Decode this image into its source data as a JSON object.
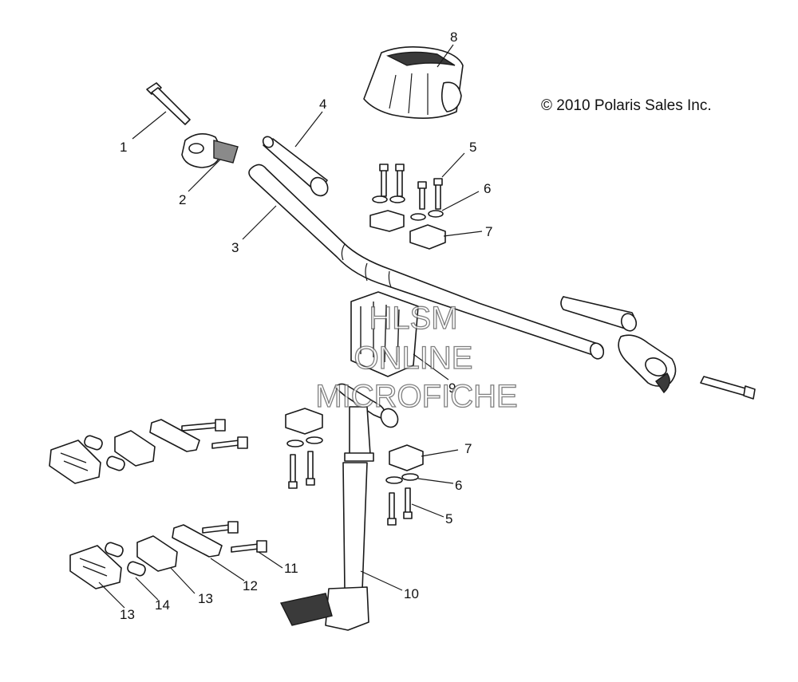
{
  "copyright": "© 2010 Polaris Sales Inc.",
  "watermark": {
    "line1": "HLSM",
    "line2": "ONLINE",
    "line3": "MICROFICHE"
  },
  "callouts": {
    "c1": "1",
    "c2": "2",
    "c3": "3",
    "c4": "4",
    "c5a": "5",
    "c5b": "5",
    "c6a": "6",
    "c6b": "6",
    "c7a": "7",
    "c7b": "7",
    "c8": "8",
    "c9": "9",
    "c10": "10",
    "c11": "11",
    "c12": "12",
    "c13a": "13",
    "c13b": "13",
    "c14": "14"
  }
}
